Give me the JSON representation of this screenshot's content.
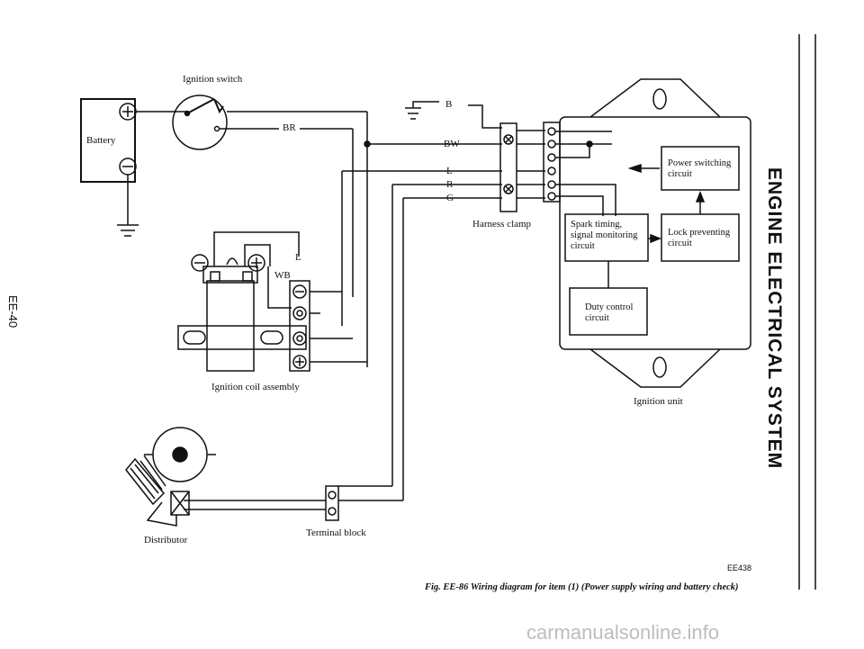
{
  "page": {
    "section_title": "ENGINE ELECTRICAL SYSTEM",
    "page_number": "EE-40",
    "figure_code": "EE438",
    "caption": "Fig. EE-86  Wiring diagram for item (1) (Power supply wiring and battery check)",
    "footer": "carmanualsonline.info"
  },
  "labels": {
    "ignition_switch": "Ignition switch",
    "battery": "Battery",
    "ignition_coil_assembly": "Ignition coil assembly",
    "distributor": "Distributor",
    "terminal_block": "Terminal block",
    "harness_clamp": "Harness clamp",
    "ignition_unit": "Ignition unit"
  },
  "wires": {
    "br": "BR",
    "wb": "WB",
    "l_coil": "L",
    "b": "B",
    "bw": "BW",
    "l": "L",
    "r": "R",
    "g": "G"
  },
  "ignition_unit_blocks": {
    "power_switching": "Power switching\ncircuit",
    "spark_timing": "Spark timing,\nsignal monitoring\ncircuit",
    "lock_preventing": "Lock preventing\ncircuit",
    "duty_control": "Duty control\ncircuit"
  }
}
